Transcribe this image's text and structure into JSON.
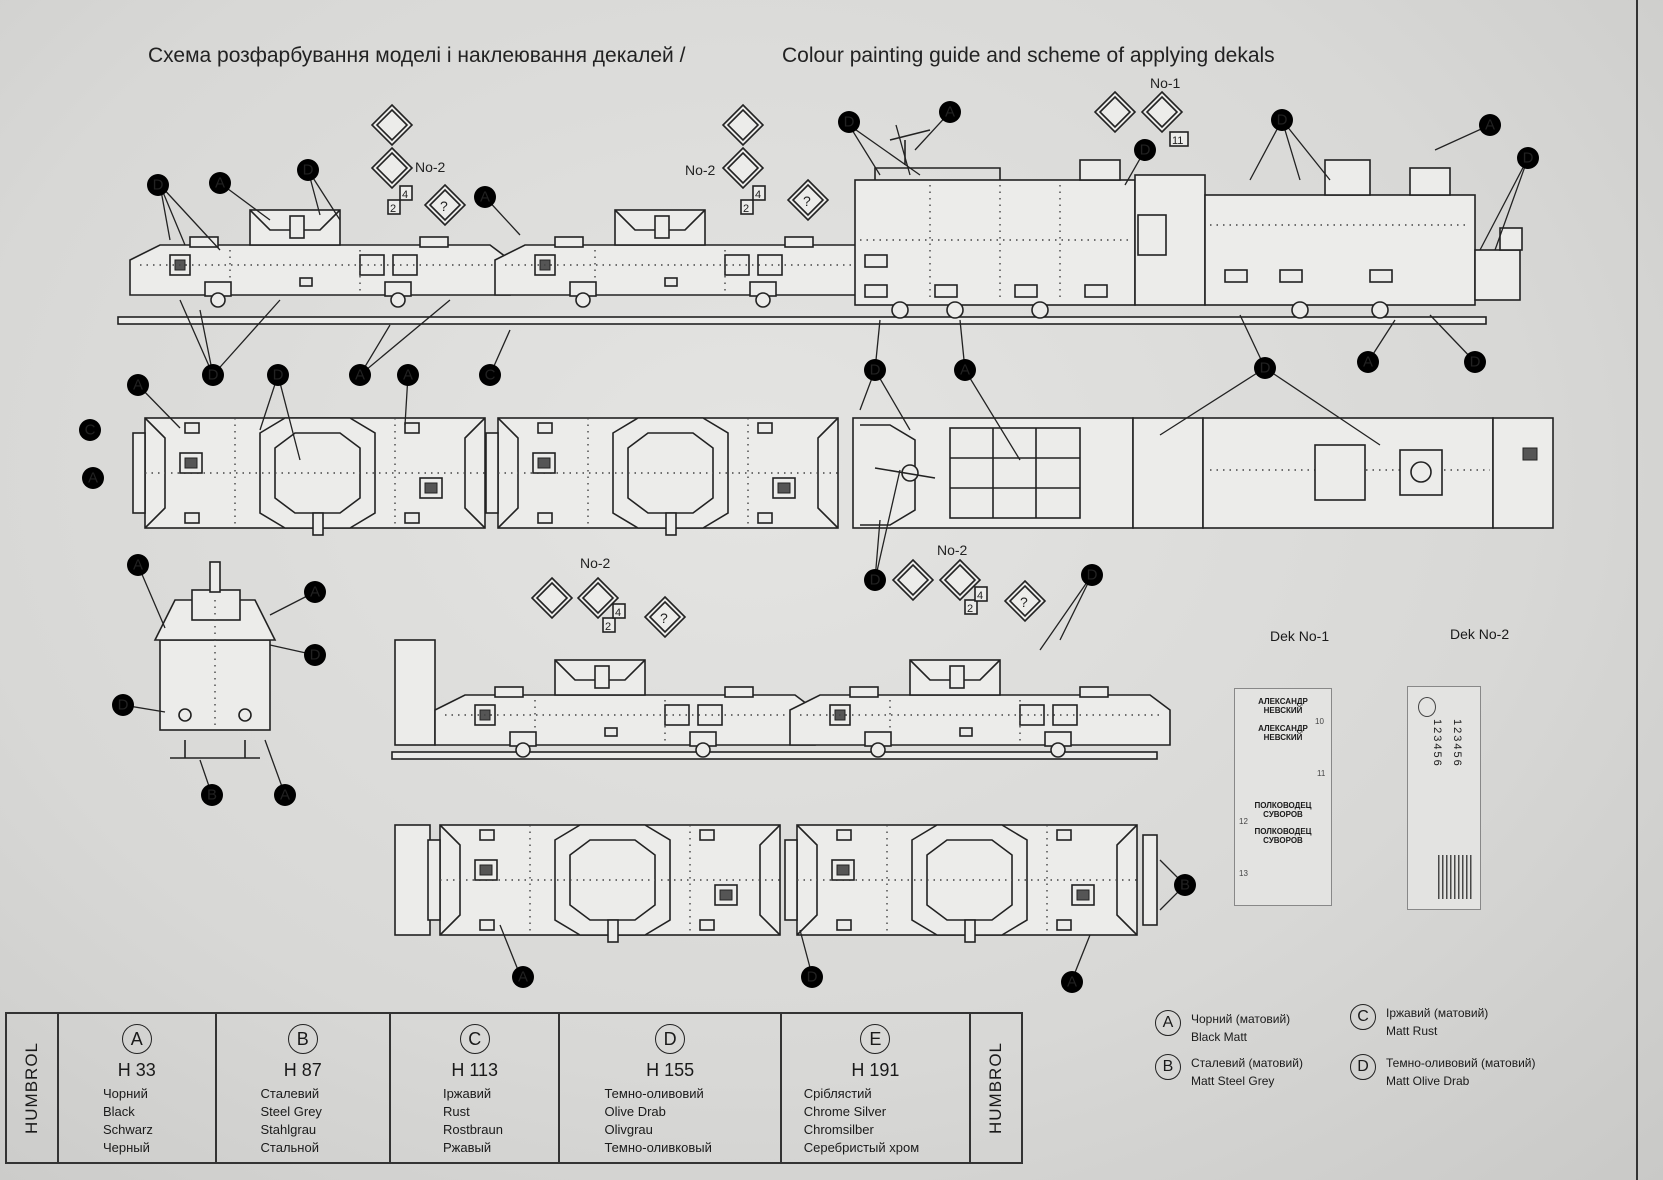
{
  "header": {
    "title_ua": "Схема розфарбування моделі і наклеювання декалей /",
    "title_en": "Colour painting guide and scheme of applying dekals"
  },
  "callouts": {
    "A": "A",
    "B": "B",
    "C": "C",
    "D": "D"
  },
  "markings": {
    "no1": "No-1",
    "no2": "No-2",
    "n11": "11",
    "n4": "4",
    "n2": "2",
    "q": "?"
  },
  "paint_table": {
    "brand": "HUMBROL",
    "paints": [
      {
        "letter": "A",
        "code": "H 33",
        "ua": "Чорний",
        "en": "Black",
        "de": "Schwarz",
        "ru": "Черный"
      },
      {
        "letter": "B",
        "code": "H 87",
        "ua": "Сталевий",
        "en": "Steel Grey",
        "de": "Stahlgrau",
        "ru": "Стальной"
      },
      {
        "letter": "C",
        "code": "H 113",
        "ua": "Іржавий",
        "en": "Rust",
        "de": "Rostbraun",
        "ru": "Ржавый"
      },
      {
        "letter": "D",
        "code": "H 155",
        "ua": "Темно-оливовий",
        "en": "Olive Drab",
        "de": "Olivgrau",
        "ru": "Темно-оливковый"
      },
      {
        "letter": "E",
        "code": "H 191",
        "ua": "Сріблястий",
        "en": "Chrome Silver",
        "de": "Chromsilber",
        "ru": "Серебристый хром"
      }
    ]
  },
  "legend": [
    {
      "letter": "A",
      "ua": "Чорний (матовий)",
      "en": "Black Matt"
    },
    {
      "letter": "B",
      "ua": "Сталевий (матовий)",
      "en": "Matt Steel Grey"
    },
    {
      "letter": "C",
      "ua": "Іржавий (матовий)",
      "en": "Matt Rust"
    },
    {
      "letter": "D",
      "ua": "Темно-оливовий (матовий)",
      "en": "Matt Olive Drab"
    }
  ],
  "decals": {
    "dek1_title": "Dek No-1",
    "dek2_title": "Dek No-2",
    "dek1_text1": "АЛЕКСАНДР НЕВСКИЙ",
    "dek1_text2": "АЛЕКСАНДР НЕВСКИЙ",
    "dek1_text3": "ПОЛКОВОДЕЦ СУВОРОВ",
    "dek1_text4": "ПОЛКОВОДЕЦ СУВОРОВ",
    "n10": "10",
    "n11": "11",
    "n12": "12",
    "n13": "13",
    "dek2_row1": "123456",
    "dek2_row2": "123456"
  }
}
